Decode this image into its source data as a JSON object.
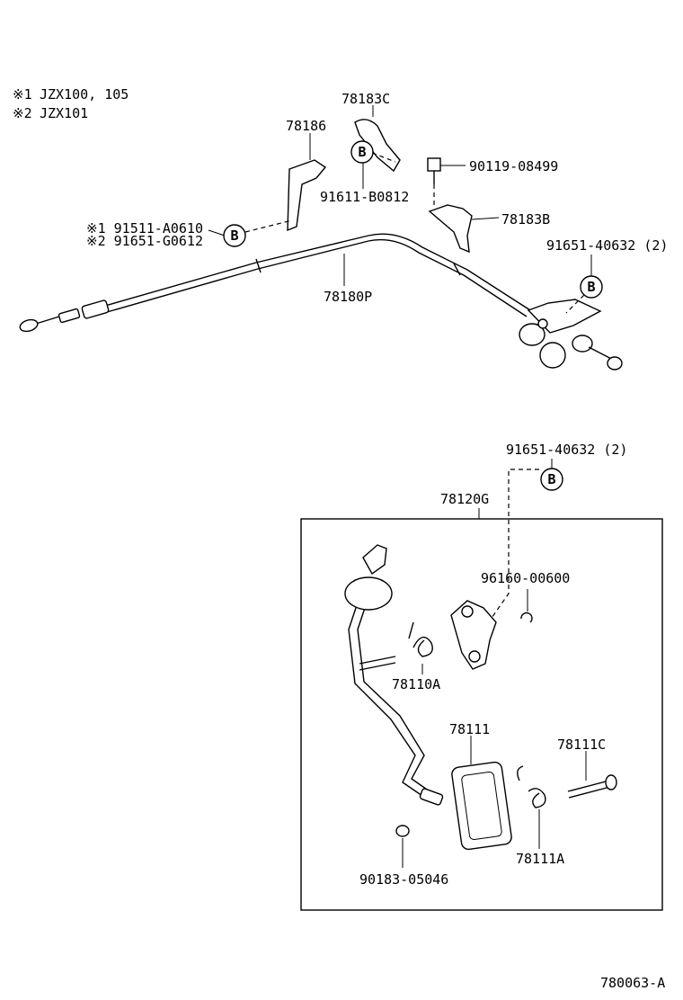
{
  "notes": [
    {
      "mark": "※1",
      "text": "JZX100, 105"
    },
    {
      "mark": "※2",
      "text": "JZX101"
    }
  ],
  "callouts": {
    "p78183C": "78183C",
    "p78186": "78186",
    "p90119": "90119-08499",
    "p91611": "91611-B0812",
    "p78183B": "78183B",
    "p91511": "※1 91511-A0610",
    "p91651g": "※2 91651-G0612",
    "p91651a": "91651-40632 (2)",
    "p78180P": "78180P",
    "p91651b": "91651-40632 (2)",
    "p78120G": "78120G",
    "p96160": "96160-00600",
    "p78110A": "78110A",
    "p78111": "78111",
    "p78111C": "78111C",
    "p90183": "90183-05046",
    "p78111A": "78111A"
  },
  "reference_marker": "B",
  "figure_id": "780063-A"
}
